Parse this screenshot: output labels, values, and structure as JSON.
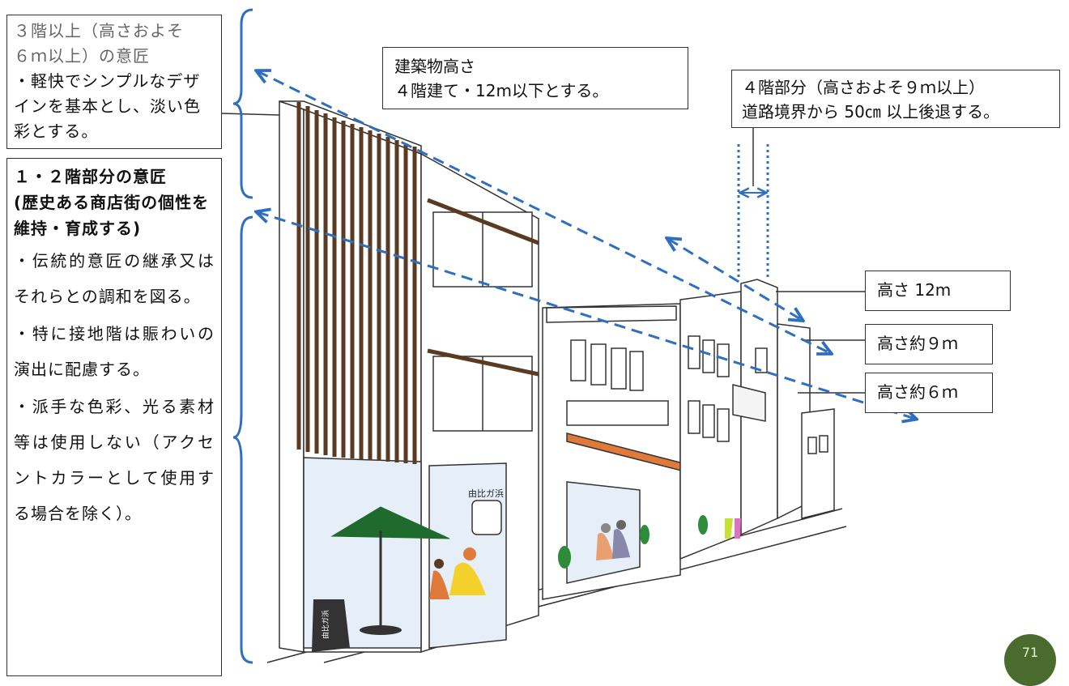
{
  "upper_design": {
    "line1": "３階以上（高さおよそ",
    "line2": "６ｍ以上）の意匠",
    "body": "・軽快でシンプルなデザインを基本とし、淡い色彩とする。"
  },
  "lower_design": {
    "heading1": "１・２階部分の意匠",
    "heading2": "(歴史ある商店街の個性を維持・育成する)",
    "item1": "・伝統的意匠の継承又はそれらとの調和を図る。",
    "item2": "・特に接地階は賑わいの演出に配慮する。",
    "item3": "・派手な色彩、光る素材等は使用しない（アクセントカラーとして使用する場合を除く）。"
  },
  "building_height": {
    "title": "建築物高さ",
    "detail": "４階建て・12m以下とする。"
  },
  "setback": {
    "line1": "４階部分（高さおよそ９ｍ以上）",
    "line2": "道路境界から 50㎝ 以上後退する。"
  },
  "height_labels": {
    "h12": "高さ 12m",
    "h9": "高さ約９ｍ",
    "h6": "高さ約６ｍ"
  },
  "signage": {
    "shop_sign": "由比ガ浜",
    "a_board": "由比ガ浜"
  },
  "page_number": "71",
  "colors": {
    "dash_arrow": "#2f6fc0",
    "awning": "#e07a3a",
    "parasol": "#1f6b2d",
    "louver": "#5a3a22",
    "badge": "#4a6b2e"
  }
}
